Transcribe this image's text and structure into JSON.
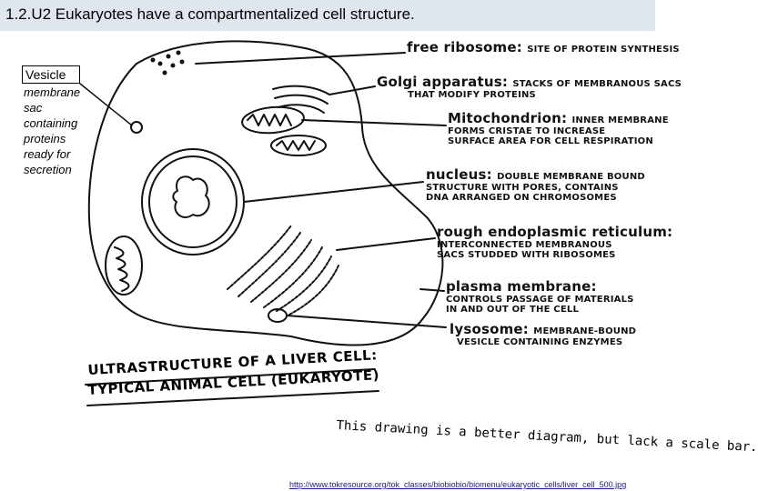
{
  "title": "1.2.U2 Eukaryotes have a compartmentalized cell structure.",
  "vesicle": {
    "label": "Vesicle",
    "description": [
      "membrane",
      "sac",
      "containing",
      "proteins",
      "ready for",
      "secretion"
    ]
  },
  "labels": [
    {
      "term": "free ribosome:",
      "desc": [
        "SITE OF PROTEIN SYNTHESIS"
      ]
    },
    {
      "term": "Golgi apparatus:",
      "desc": [
        "STACKS OF MEMBRANOUS SACS",
        "THAT MODIFY PROTEINS"
      ]
    },
    {
      "term": "Mitochondrion:",
      "desc": [
        "INNER MEMBRANE",
        "FORMS CRISTAE TO INCREASE",
        "SURFACE AREA FOR CELL RESPIRATION"
      ]
    },
    {
      "term": "nucleus:",
      "desc": [
        "DOUBLE MEMBRANE BOUND",
        "STRUCTURE WITH PORES, CONTAINS",
        "DNA ARRANGED ON CHROMOSOMES"
      ]
    },
    {
      "term": "rough endoplasmic reticulum:",
      "desc": [
        "INTERCONNECTED MEMBRANOUS",
        "SACS STUDDED WITH RIBOSOMES"
      ]
    },
    {
      "term": "plasma membrane:",
      "desc": [
        "CONTROLS PASSAGE OF MATERIALS",
        "IN AND OUT OF THE CELL"
      ]
    },
    {
      "term": "lysosome:",
      "desc": [
        "MEMBRANE-BOUND",
        "VESICLE CONTAINING ENZYMES"
      ]
    }
  ],
  "cell_title": [
    "ULTRASTRUCTURE OF A LIVER CELL:",
    "TYPICAL ANIMAL CELL (EUKARYOTE)"
  ],
  "note": "This drawing is a better diagram, but lack a scale bar.",
  "source": "http://www.tokresource.org/tok_classes/biobiobio/biomenu/eukaryotic_cells/liver_cell_500.jpg"
}
